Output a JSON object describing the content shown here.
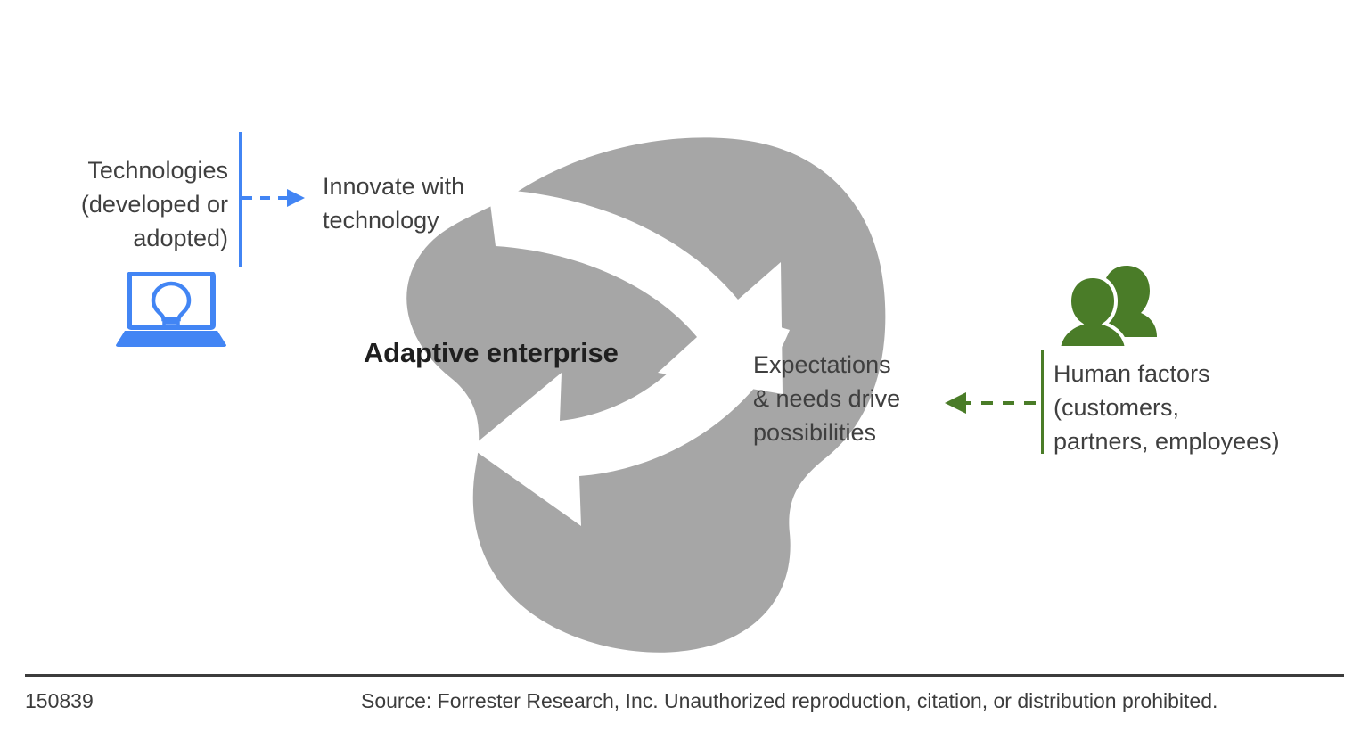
{
  "diagram": {
    "title": "Adaptive enterprise",
    "core_label": "Adaptive enterprise",
    "left_source": {
      "label": "Technologies\n(developed or\nadopted)",
      "label_lines": [
        "Technologies",
        "(developed or",
        "adopted)"
      ],
      "icon": "laptop-lightbulb-icon",
      "color": "#4285F4",
      "connector": "dashed-arrow-right"
    },
    "right_source": {
      "label_lines": [
        "Human factors",
        "(customers,",
        "partners, employees)"
      ],
      "icon": "two-people-icon",
      "color": "#4A7C28",
      "connector": "dashed-arrow-left"
    },
    "flows": [
      {
        "label_lines": [
          "Innovate with",
          "technology"
        ],
        "direction": "clockwise-down-right",
        "arrow": "white-curved-arrow-down-right"
      },
      {
        "label_lines": [
          "Expectations",
          "& needs drive",
          "possibilities"
        ],
        "direction": "counterclockwise-left",
        "arrow": "white-curved-arrow-left"
      }
    ],
    "blob_color": "#A6A6A6",
    "arrow_color": "#FFFFFF"
  },
  "footer": {
    "id": "150839",
    "source": "Source: Forrester Research, Inc. Unauthorized reproduction, citation, or distribution prohibited."
  }
}
